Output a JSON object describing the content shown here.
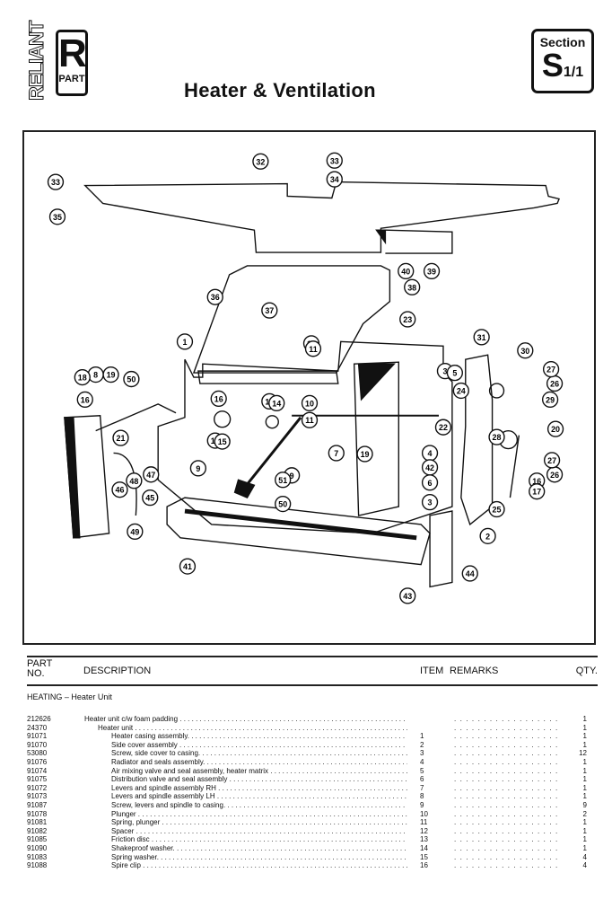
{
  "header": {
    "brand": "RELIANT",
    "logo_letter": "R",
    "logo_sub": "PART",
    "title": "Heater & Ventilation",
    "section_label": "Section",
    "section_code": "S",
    "section_sub": "1/1"
  },
  "diagram": {
    "callouts": [
      "1",
      "2",
      "3",
      "3",
      "4",
      "5",
      "6",
      "7",
      "8",
      "9",
      "9",
      "10",
      "10",
      "11",
      "11",
      "12",
      "13",
      "14",
      "15",
      "16",
      "16",
      "16",
      "17",
      "18",
      "19",
      "19",
      "20",
      "21",
      "22",
      "23",
      "24",
      "25",
      "26",
      "26",
      "27",
      "27",
      "28",
      "29",
      "30",
      "31",
      "32",
      "33",
      "33",
      "34",
      "35",
      "36",
      "37",
      "38",
      "39",
      "40",
      "41",
      "42",
      "43",
      "44",
      "45",
      "46",
      "47",
      "48",
      "49",
      "50",
      "50",
      "51"
    ]
  },
  "table": {
    "headers": {
      "part_no_line1": "PART",
      "part_no_line2": "NO.",
      "description": "DESCRIPTION",
      "item": "ITEM",
      "remarks": "REMARKS",
      "qty": "QTY."
    },
    "group": "HEATING – Heater Unit",
    "rows": [
      {
        "part": "212626",
        "desc": "Heater unit c/w foam padding",
        "item": "",
        "remarks": ". . . . . . . . . . . . . . . . . . . .",
        "qty": "1",
        "level": 0
      },
      {
        "part": "24370",
        "desc": "Heater unit",
        "item": "",
        "remarks": ". . . . . . . . . . . . . . . . . . . .",
        "qty": "1",
        "level": 1
      },
      {
        "part": "91071",
        "desc": "Heater casing assembly.",
        "item": "1",
        "remarks": ". . . . . . . . . . . . . . . . . . . .",
        "qty": "1",
        "level": 2
      },
      {
        "part": "91070",
        "desc": "Side cover assembly",
        "item": "2",
        "remarks": ". . . . . . . . . . . . . . . . . . . .",
        "qty": "1",
        "level": 2
      },
      {
        "part": "53080",
        "desc": "Screw, side cover to casing.",
        "item": "3",
        "remarks": ". . . . . . . . . . . . . . . . . . . .",
        "qty": "12",
        "level": 2
      },
      {
        "part": "91076",
        "desc": "Radiator and seals assembly.",
        "item": "4",
        "remarks": ". . . . . . . . . . . . . . . . . . . .",
        "qty": "1",
        "level": 2
      },
      {
        "part": "91074",
        "desc": "Air mixing valve and seal assembly, heater matrix",
        "item": "5",
        "remarks": ". . . . . . . . . . . . . . . . . . . .",
        "qty": "1",
        "level": 2
      },
      {
        "part": "91075",
        "desc": "Distribution valve and seal assembly",
        "item": "6",
        "remarks": ". . . . . . . . . . . . . . . . . . . .",
        "qty": "1",
        "level": 2
      },
      {
        "part": "91072",
        "desc": "Levers and spindle assembly RH",
        "item": "7",
        "remarks": ". . . . . . . . . . . . . . . . . . . .",
        "qty": "1",
        "level": 2
      },
      {
        "part": "91073",
        "desc": "Levers and spindle assembly LH",
        "item": "8",
        "remarks": ". . . . . . . . . . . . . . . . . . . .",
        "qty": "1",
        "level": 2
      },
      {
        "part": "91087",
        "desc": "Screw, levers and spindle to casing.",
        "item": "9",
        "remarks": ". . . . . . . . . . . . . . . . . . . .",
        "qty": "9",
        "level": 2
      },
      {
        "part": "91078",
        "desc": "Plunger",
        "item": "10",
        "remarks": ". . . . . . . . . . . . . . . . . . . .",
        "qty": "2",
        "level": 2
      },
      {
        "part": "91081",
        "desc": "Spring, plunger",
        "item": "11",
        "remarks": ". . . . . . . . . . . . . . . . . . . .",
        "qty": "1",
        "level": 2
      },
      {
        "part": "91082",
        "desc": "Spacer",
        "item": "12",
        "remarks": ". . . . . . . . . . . . . . . . . . . .",
        "qty": "1",
        "level": 2
      },
      {
        "part": "91085",
        "desc": "Friction disc",
        "item": "13",
        "remarks": ". . . . . . . . . . . . . . . . . . . .",
        "qty": "1",
        "level": 2
      },
      {
        "part": "91090",
        "desc": "Shakeproof washer.",
        "item": "14",
        "remarks": ". . . . . . . . . . . . . . . . . . . .",
        "qty": "1",
        "level": 2
      },
      {
        "part": "91083",
        "desc": "Spring washer.",
        "item": "15",
        "remarks": ". . . . . . . . . . . . . . . . . . . .",
        "qty": "4",
        "level": 2
      },
      {
        "part": "91088",
        "desc": "Spire clip",
        "item": "16",
        "remarks": ". . . . . . . . . . . . . . . . . . . .",
        "qty": "4",
        "level": 2
      }
    ]
  }
}
